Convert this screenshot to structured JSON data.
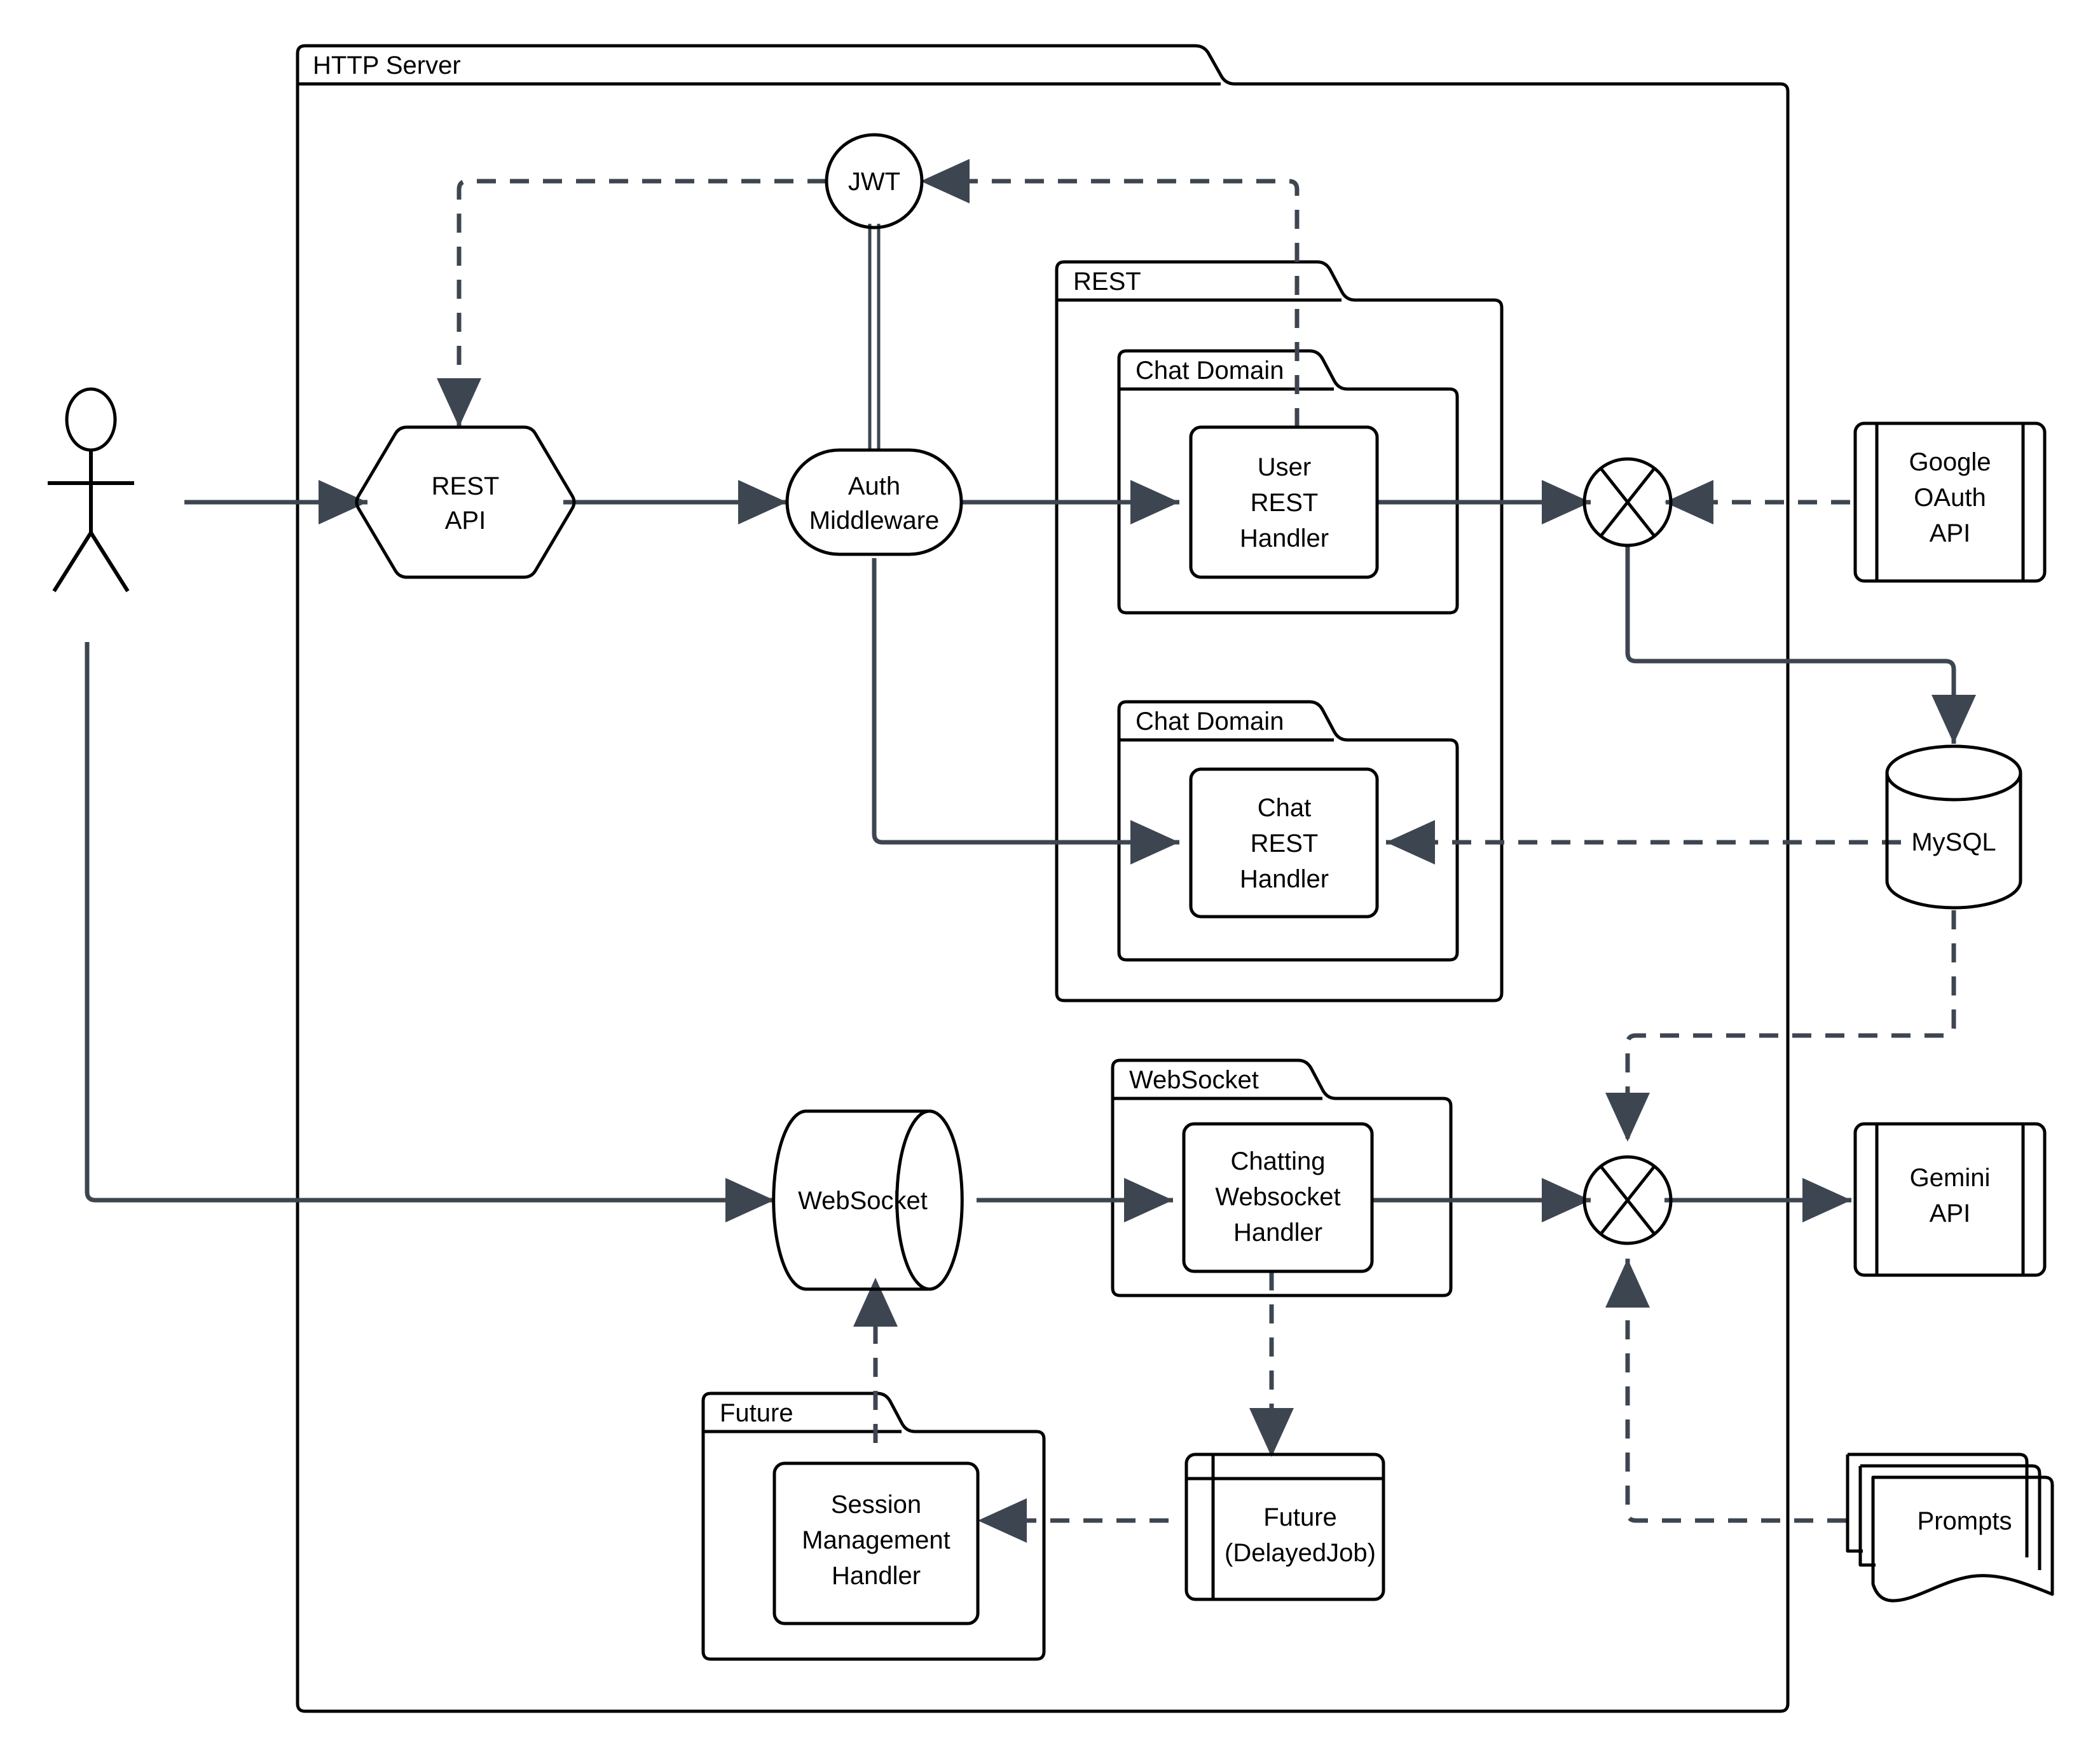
{
  "diagram": {
    "title": "HTTP Server",
    "type": "architecture-component-diagram",
    "background": "#ffffff",
    "stroke_color": "#000000",
    "edge_color": "#3d4650"
  },
  "containers": {
    "http_server": {
      "label": "HTTP Server",
      "shape": "folder"
    },
    "rest": {
      "label": "REST",
      "shape": "folder"
    },
    "chat_domain_user": {
      "label": "Chat Domain",
      "shape": "folder"
    },
    "chat_domain_chat": {
      "label": "Chat Domain",
      "shape": "folder"
    },
    "websocket_pkg": {
      "label": "WebSocket",
      "shape": "folder"
    },
    "future_pkg": {
      "label": "Future",
      "shape": "folder"
    }
  },
  "nodes": {
    "actor": {
      "label": "",
      "shape": "actor"
    },
    "rest_api": {
      "label": "REST API",
      "lines": [
        "REST",
        "API"
      ],
      "shape": "hexagon"
    },
    "jwt": {
      "label": "JWT",
      "lines": [
        "JWT"
      ],
      "shape": "circle"
    },
    "auth_middleware": {
      "label": "Auth Middleware",
      "lines": [
        "Auth",
        "Middleware"
      ],
      "shape": "stadium"
    },
    "user_rest_handler": {
      "label": "User REST Handler",
      "lines": [
        "User",
        "REST",
        "Handler"
      ],
      "shape": "rounded-rect"
    },
    "chat_rest_handler": {
      "label": "Chat REST Handler",
      "lines": [
        "Chat",
        "REST",
        "Handler"
      ],
      "shape": "rounded-rect"
    },
    "junction_top": {
      "label": "",
      "shape": "x-circle"
    },
    "junction_bottom": {
      "label": "",
      "shape": "x-circle"
    },
    "google_oauth_api": {
      "label": "Google OAuth API",
      "lines": [
        "Google",
        "OAuth",
        "API"
      ],
      "shape": "book"
    },
    "mysql": {
      "label": "MySQL",
      "lines": [
        "MySQL"
      ],
      "shape": "cylinder-vertical"
    },
    "websocket": {
      "label": "WebSocket",
      "lines": [
        "WebSocket"
      ],
      "shape": "cylinder-horizontal"
    },
    "chatting_websocket_handler": {
      "label": "Chatting Websocket Handler",
      "lines": [
        "Chatting",
        "Websocket",
        "Handler"
      ],
      "shape": "rounded-rect"
    },
    "session_management_handler": {
      "label": "Session Management Handler",
      "lines": [
        "Session",
        "Management",
        "Handler"
      ],
      "shape": "rounded-rect"
    },
    "future_delayedjob": {
      "label": "Future (DelayedJob)",
      "lines": [
        "Future",
        "(DelayedJob)"
      ],
      "shape": "module"
    },
    "gemini_api": {
      "label": "Gemini API",
      "lines": [
        "Gemini",
        "API"
      ],
      "shape": "book"
    },
    "prompts": {
      "label": "Prompts",
      "lines": [
        "Prompts"
      ],
      "shape": "multi-document"
    }
  },
  "edges": [
    {
      "from": "actor",
      "to": "rest_api",
      "style": "solid",
      "arrow": "end"
    },
    {
      "from": "jwt",
      "to": "rest_api",
      "style": "dashed",
      "arrow": "end"
    },
    {
      "from": "user_rest_handler",
      "to": "jwt",
      "style": "dashed",
      "arrow": "end"
    },
    {
      "from": "jwt",
      "to": "auth_middleware",
      "style": "double-line",
      "arrow": "none"
    },
    {
      "from": "rest_api",
      "to": "auth_middleware",
      "style": "solid",
      "arrow": "end"
    },
    {
      "from": "auth_middleware",
      "to": "user_rest_handler",
      "style": "solid",
      "arrow": "end"
    },
    {
      "from": "auth_middleware",
      "to": "chat_rest_handler",
      "style": "solid",
      "arrow": "end"
    },
    {
      "from": "user_rest_handler",
      "to": "junction_top",
      "style": "solid",
      "arrow": "end"
    },
    {
      "from": "google_oauth_api",
      "to": "junction_top",
      "style": "dashed",
      "arrow": "end"
    },
    {
      "from": "junction_top",
      "to": "mysql",
      "style": "solid",
      "arrow": "end"
    },
    {
      "from": "mysql",
      "to": "chat_rest_handler",
      "style": "dashed",
      "arrow": "end"
    },
    {
      "from": "mysql",
      "to": "junction_bottom",
      "style": "dashed",
      "arrow": "end"
    },
    {
      "from": "actor",
      "to": "websocket",
      "style": "solid",
      "arrow": "end"
    },
    {
      "from": "websocket",
      "to": "chatting_websocket_handler",
      "style": "solid",
      "arrow": "end"
    },
    {
      "from": "chatting_websocket_handler",
      "to": "junction_bottom",
      "style": "solid",
      "arrow": "end"
    },
    {
      "from": "junction_bottom",
      "to": "gemini_api",
      "style": "solid",
      "arrow": "end"
    },
    {
      "from": "prompts",
      "to": "junction_bottom",
      "style": "dashed",
      "arrow": "end"
    },
    {
      "from": "chatting_websocket_handler",
      "to": "future_delayedjob",
      "style": "dashed",
      "arrow": "end"
    },
    {
      "from": "future_delayedjob",
      "to": "session_management_handler",
      "style": "dashed",
      "arrow": "end"
    },
    {
      "from": "session_management_handler",
      "to": "websocket",
      "style": "dashed",
      "arrow": "end"
    }
  ]
}
